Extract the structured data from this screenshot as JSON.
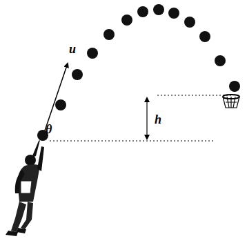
{
  "diagram": {
    "labels": [
      "u",
      "θ",
      "h"
    ]
  }
}
